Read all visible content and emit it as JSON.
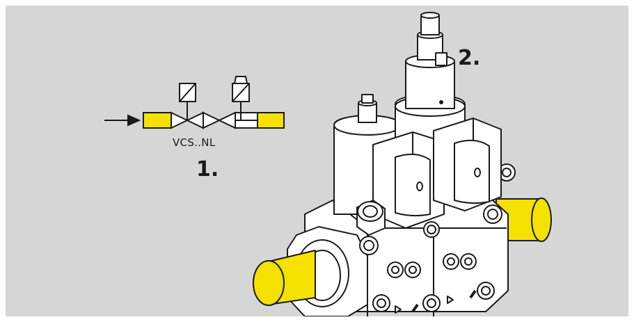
{
  "schematic": {
    "label": "VCS..NL",
    "step_number": "1.",
    "flow_direction": "right-arrow-icon",
    "symbols": [
      "solenoid-valve-icon",
      "solenoid-valve-icon"
    ]
  },
  "illustration": {
    "step_number": "2.",
    "subject": "double-solenoid-valve-icon"
  },
  "colors": {
    "background": "#d6d6d6",
    "pipe_yellow": "#f5e100",
    "outline": "#1a1a1a",
    "body": "#ffffff"
  }
}
